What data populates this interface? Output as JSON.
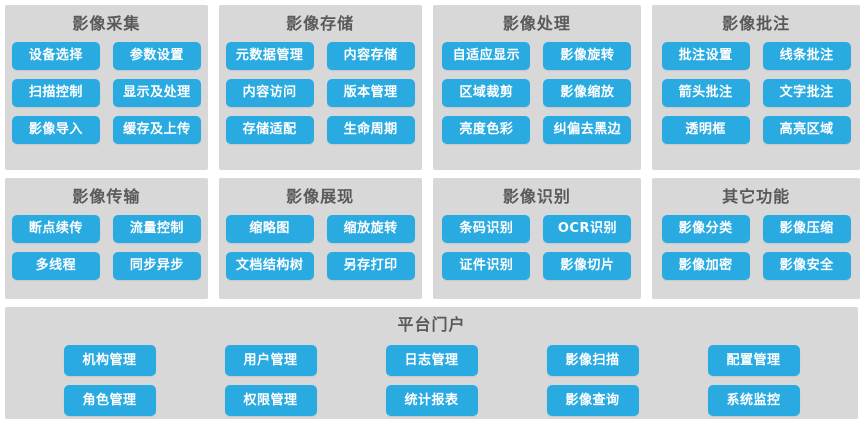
{
  "theme": {
    "panel_bg": "#d8d8d8",
    "button_bg": "#29abe2",
    "button_text": "#ffffff",
    "title_text": "#595959",
    "page_bg": "#ffffff"
  },
  "row1": [
    {
      "title": "影像采集",
      "buttons": [
        "设备选择",
        "参数设置",
        "扫描控制",
        "显示及处理",
        "影像导入",
        "缓存及上传"
      ]
    },
    {
      "title": "影像存储",
      "buttons": [
        "元数据管理",
        "内容存储",
        "内容访问",
        "版本管理",
        "存储适配",
        "生命周期"
      ]
    },
    {
      "title": "影像处理",
      "buttons": [
        "自适应显示",
        "影像旋转",
        "区域裁剪",
        "影像缩放",
        "亮度色彩",
        "纠偏去黑边"
      ]
    },
    {
      "title": "影像批注",
      "buttons": [
        "批注设置",
        "线条批注",
        "箭头批注",
        "文字批注",
        "透明框",
        "高亮区域"
      ]
    }
  ],
  "row2": [
    {
      "title": "影像传输",
      "buttons": [
        "断点续传",
        "流量控制",
        "多线程",
        "同步异步"
      ]
    },
    {
      "title": "影像展现",
      "buttons": [
        "缩略图",
        "缩放旋转",
        "文档结构树",
        "另存打印"
      ]
    },
    {
      "title": "影像识别",
      "buttons": [
        "条码识别",
        "OCR识别",
        "证件识别",
        "影像切片"
      ]
    },
    {
      "title": "其它功能",
      "buttons": [
        "影像分类",
        "影像压缩",
        "影像加密",
        "影像安全"
      ]
    }
  ],
  "portal": {
    "title": "平台门户",
    "row_a": [
      "机构管理",
      "用户管理",
      "日志管理",
      "影像扫描",
      "配置管理"
    ],
    "row_b": [
      "角色管理",
      "权限管理",
      "统计报表",
      "影像查询",
      "系统监控"
    ]
  }
}
